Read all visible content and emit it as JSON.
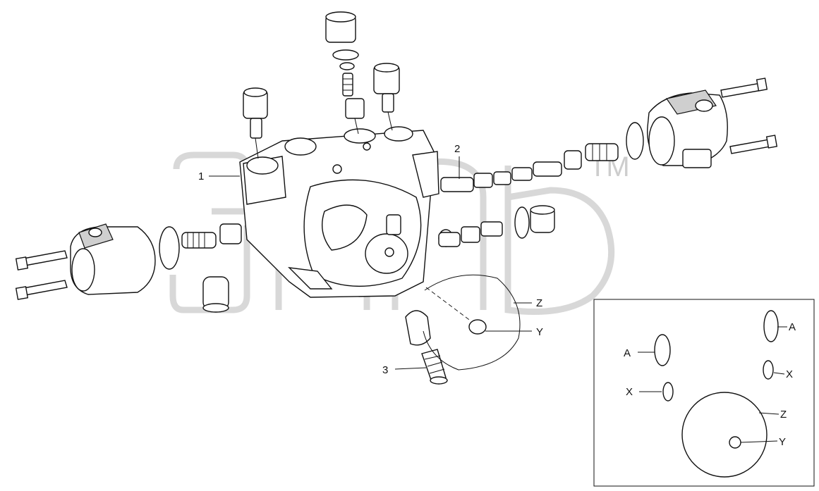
{
  "watermark": {
    "trademark": "TM"
  },
  "callouts": {
    "part_1": "1",
    "part_2": "2",
    "part_3": "3",
    "main_z": "Z",
    "main_y": "Y"
  },
  "inset": {
    "a_left": "A",
    "a_right": "A",
    "x_left": "X",
    "x_right": "X",
    "z": "Z",
    "y": "Y"
  },
  "colors": {
    "line": "#111111",
    "watermark": "#b8b8b8"
  }
}
